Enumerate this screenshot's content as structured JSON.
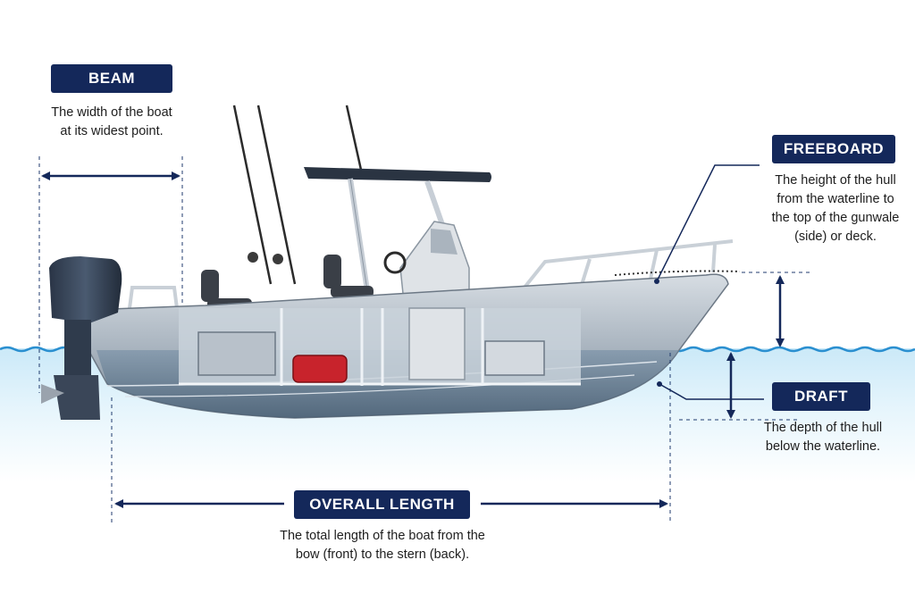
{
  "labels": {
    "beam": {
      "title": "BEAM",
      "desc_line1": "The width of the boat",
      "desc_line2": "at its widest point."
    },
    "freeboard": {
      "title": "FREEBOARD",
      "desc_line1": "The height of the hull",
      "desc_line2": "from the waterline to",
      "desc_line3": "the top of the gunwale",
      "desc_line4": "(side) or deck."
    },
    "draft": {
      "title": "DRAFT",
      "desc_line1": "The depth of the hull",
      "desc_line2": "below the waterline."
    },
    "overall_length": {
      "title": "OVERALL LENGTH",
      "desc_line1": "The total length of the boat from the",
      "desc_line2": "bow (front) to the stern (back)."
    }
  },
  "colors": {
    "navy": "#14285a",
    "water": "#dff1fb",
    "waterline": "#2a8fd0",
    "hull": "#aeb8c2",
    "hull_dark": "#3f5a72",
    "accent_red": "#c8232c"
  }
}
